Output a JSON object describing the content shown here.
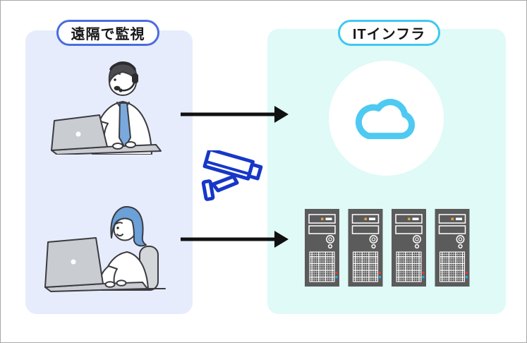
{
  "panels": {
    "left": {
      "label": "遠隔で監視"
    },
    "right": {
      "label": "ITインフラ"
    }
  },
  "servers": {
    "count": 4
  },
  "icons": {
    "camera": "surveillance-camera-icon",
    "cloud": "cloud-icon",
    "server": "server-tower-icon",
    "arrows": "flow-arrow-right-icon",
    "operator_male": "operator-with-headset-illustration",
    "operator_female": "operator-at-laptop-illustration"
  },
  "colors": {
    "canvas_bg": "#ffffff",
    "frame_border": "#a8a8a8",
    "left_panel_bg": "#e7ecfc",
    "right_panel_bg": "#dffaf7",
    "left_pill_border": "#4a6ce0",
    "right_pill_border": "#40c8f0",
    "label_text": "#161616",
    "arrow": "#111111",
    "camera_blue": "#1637c8",
    "cloud_stroke": "#4ec9f2",
    "cloud_circle_bg": "#ffffff",
    "server_body": "#5b5b5b",
    "server_detail": "#ffffff",
    "server_led_red": "#e03a2f",
    "server_led_blue": "#2ea8de",
    "server_led_orange": "#e8a33d",
    "laptop_gray": "#c9cdd2",
    "outline": "#3b3b40",
    "hair_dark": "#4b4b50",
    "tie_blue": "#7aa9dd",
    "hair_blue": "#6ba0d8",
    "chair_gray": "#d4d7da"
  }
}
